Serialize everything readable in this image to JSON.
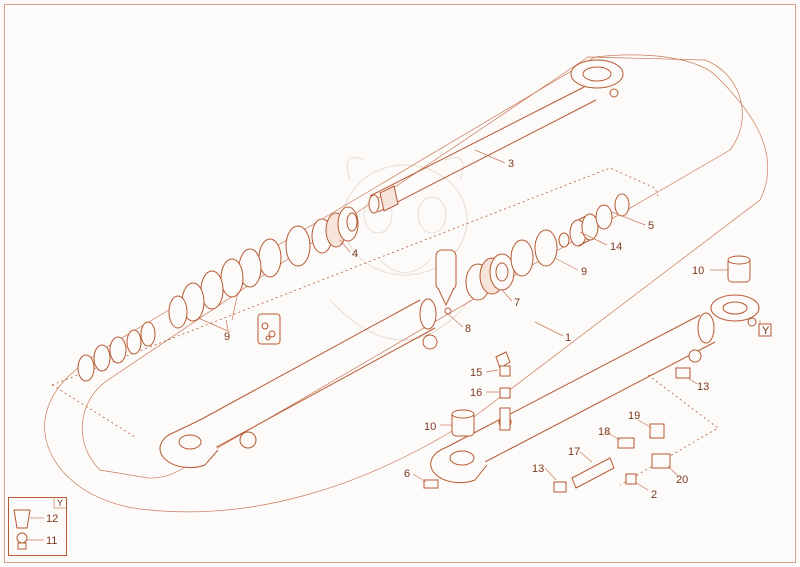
{
  "accent_color": "#b65a33",
  "callouts": {
    "c1": "1",
    "c2": "2",
    "c3": "3",
    "c4": "4",
    "c5": "5",
    "c6": "6",
    "c7": "7",
    "c8": "8",
    "c9a": "9",
    "c9b": "9",
    "c10a": "10",
    "c10b": "10",
    "c11": "11",
    "c12": "12",
    "c13a": "13",
    "c13b": "13",
    "c14": "14",
    "c15": "15",
    "c16": "16",
    "c17": "17",
    "c18": "18",
    "c19": "19",
    "c20": "20"
  },
  "markers": {
    "y_main": "Y",
    "y_legend": "Y"
  }
}
